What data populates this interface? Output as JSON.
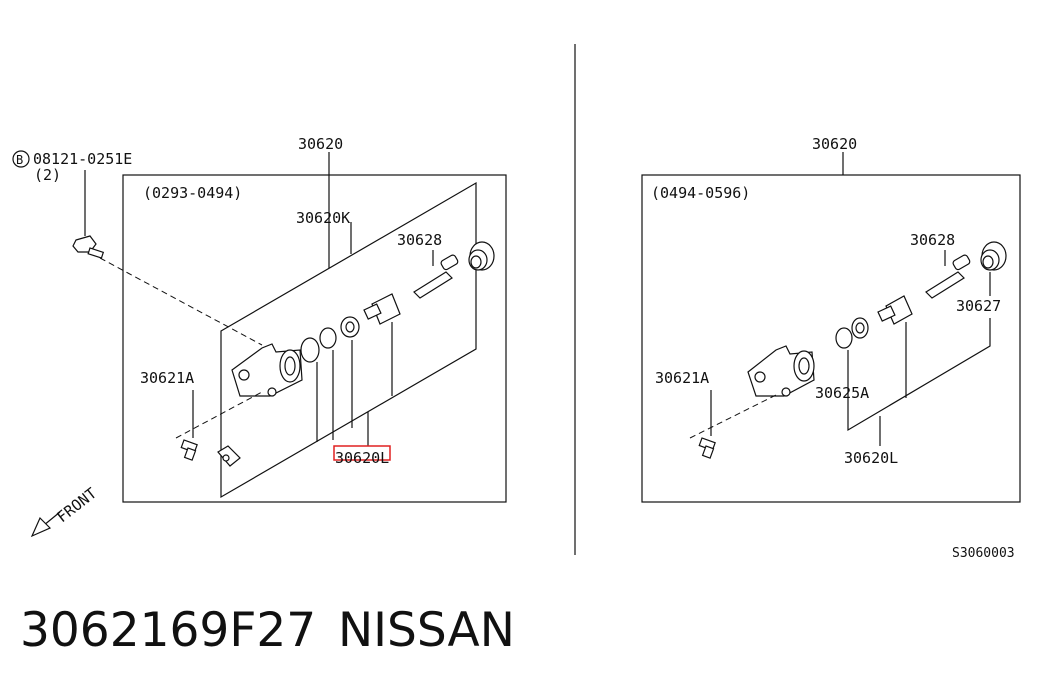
{
  "footer": {
    "part_number": "3062169F27",
    "brand": "NISSAN"
  },
  "drawing_code": "S3060003",
  "front_label": "FRONT",
  "bolt": {
    "symbol": "B",
    "code": "08121-0251E",
    "qty": "(2)"
  },
  "left_panel": {
    "assembly": "30620",
    "range": "(0293-0494)",
    "kit": "30620K",
    "rod": "30628",
    "bleeder": "30621A",
    "repair_kit": "30620L"
  },
  "right_panel": {
    "assembly": "30620",
    "range": "(0494-0596)",
    "rod": "30628",
    "boot": "30627",
    "bleeder": "30621A",
    "seal": "30625A",
    "repair_kit": "30620L"
  },
  "highlight_color": "#e02020"
}
